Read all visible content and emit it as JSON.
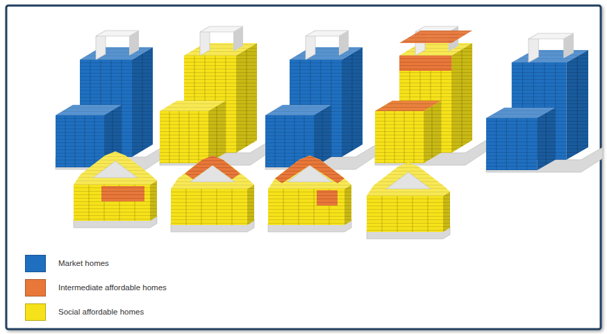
{
  "diagram": {
    "legend": [
      {
        "text": "Market homes",
        "color": "#1f6fc0"
      },
      {
        "text": "Intermediate affordable homes",
        "color": "#e8773a"
      },
      {
        "text": "Social affordable homes",
        "color": "#f6e21a"
      }
    ]
  }
}
